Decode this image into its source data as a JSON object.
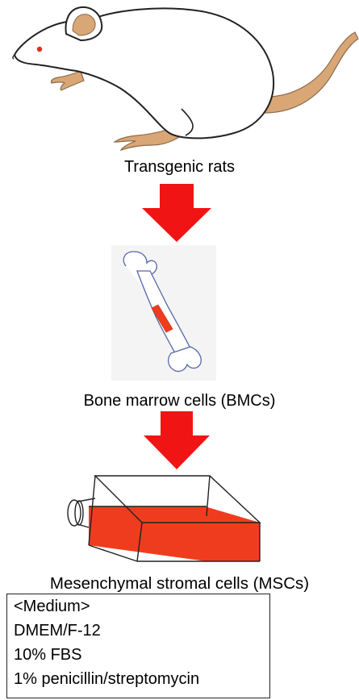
{
  "labels": {
    "rats": "Transgenic rats",
    "bmcs": "Bone marrow cells (BMCs)",
    "mscs": "Mesenchymal stromal cells (MSCs)"
  },
  "medium": {
    "heading": "<Medium>",
    "lines": [
      "DMEM/F-12",
      "10% FBS",
      "1% penicillin/streptomycin"
    ]
  },
  "colors": {
    "arrow": "#f01414",
    "tail": "#d9a676",
    "flask_fill": "#f03c1e",
    "eye": "#e03020",
    "outline": "#222222"
  },
  "icons": [
    "rat-icon",
    "femur-bone-icon",
    "culture-flask-icon",
    "down-arrow-icon"
  ]
}
